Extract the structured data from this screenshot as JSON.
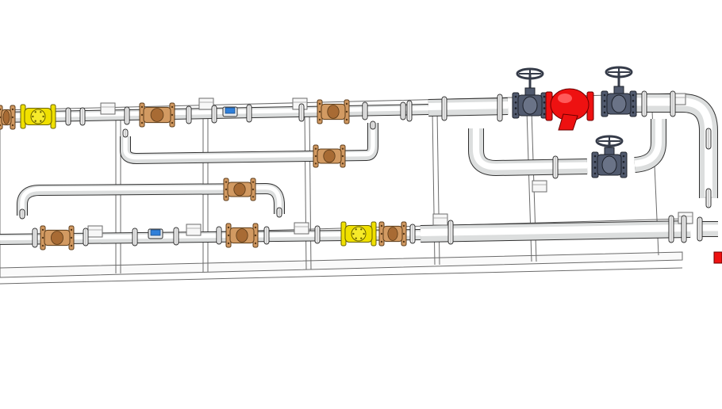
{
  "scene": {
    "description_visible_text": "",
    "colors": {
      "background": "#ffffff",
      "pipe_fill": "#f1f2f2",
      "pipe_shade": "#d9dbdb",
      "outline": "#303030",
      "frame": "#6b6b6b",
      "bronze_valve": "#d29a62",
      "bronze_dark": "#a86b34",
      "strainer_yellow": "#f0e000",
      "meter_blue": "#2f7fd9",
      "gate_valve": "#515a6e",
      "gate_valve_dark": "#353b49",
      "strainer_red": "#ee1111"
    },
    "components": [
      {
        "name": "strainer-yellow-left",
        "type": "strainer",
        "color": "strainer_yellow"
      },
      {
        "name": "strainer-yellow-bottom",
        "type": "strainer",
        "color": "strainer_yellow"
      },
      {
        "name": "strainer-red-main",
        "type": "y-strainer",
        "color": "strainer_red"
      },
      {
        "name": "gate-valve-1",
        "type": "gate valve",
        "color": "gate_valve"
      },
      {
        "name": "gate-valve-2",
        "type": "gate valve",
        "color": "gate_valve"
      },
      {
        "name": "gate-valve-3",
        "type": "gate valve",
        "color": "gate_valve"
      },
      {
        "name": "water-meter-top",
        "type": "meter",
        "color": "meter_blue"
      },
      {
        "name": "water-meter-bottom",
        "type": "meter",
        "color": "meter_blue"
      }
    ]
  }
}
